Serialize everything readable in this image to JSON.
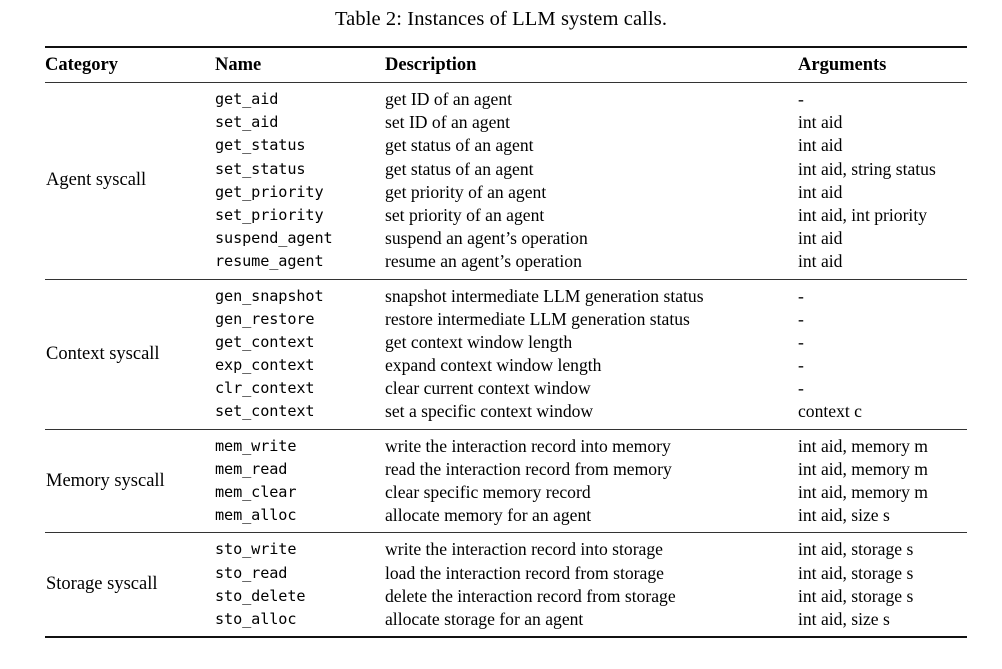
{
  "caption": "Table 2: Instances of LLM system calls.",
  "table": {
    "columns": {
      "category": "Category",
      "name": "Name",
      "description": "Description",
      "arguments": "Arguments"
    },
    "sections": [
      {
        "category": "Agent syscall",
        "rows": [
          {
            "name": "get_aid",
            "description": "get ID of an agent",
            "arguments": "-"
          },
          {
            "name": "set_aid",
            "description": "set ID of an agent",
            "arguments": "int aid"
          },
          {
            "name": "get_status",
            "description": "get status of an agent",
            "arguments": "int aid"
          },
          {
            "name": "set_status",
            "description": "get status of an agent",
            "arguments": "int aid, string status"
          },
          {
            "name": "get_priority",
            "description": "get priority of an agent",
            "arguments": "int aid"
          },
          {
            "name": "set_priority",
            "description": "set priority of an agent",
            "arguments": "int aid, int priority"
          },
          {
            "name": "suspend_agent",
            "description": "suspend an agent’s operation",
            "arguments": "int aid"
          },
          {
            "name": "resume_agent",
            "description": "resume an agent’s operation",
            "arguments": "int aid"
          }
        ]
      },
      {
        "category": "Context syscall",
        "rows": [
          {
            "name": "gen_snapshot",
            "description": "snapshot intermediate LLM generation status",
            "arguments": "-"
          },
          {
            "name": "gen_restore",
            "description": "restore intermediate LLM generation status",
            "arguments": "-"
          },
          {
            "name": "get_context",
            "description": "get context window length",
            "arguments": "-"
          },
          {
            "name": "exp_context",
            "description": "expand context window length",
            "arguments": "-"
          },
          {
            "name": "clr_context",
            "description": "clear current context window",
            "arguments": "-"
          },
          {
            "name": "set_context",
            "description": "set a specific context window",
            "arguments": "context c"
          }
        ]
      },
      {
        "category": "Memory syscall",
        "rows": [
          {
            "name": "mem_write",
            "description": "write the interaction record into memory",
            "arguments": "int aid, memory m"
          },
          {
            "name": "mem_read",
            "description": "read the interaction record from memory",
            "arguments": "int aid, memory m"
          },
          {
            "name": "mem_clear",
            "description": "clear specific memory record",
            "arguments": "int aid, memory m"
          },
          {
            "name": "mem_alloc",
            "description": "allocate memory for an agent",
            "arguments": "int aid, size s"
          }
        ]
      },
      {
        "category": "Storage syscall",
        "rows": [
          {
            "name": "sto_write",
            "description": "write the interaction record into storage",
            "arguments": "int aid, storage s"
          },
          {
            "name": "sto_read",
            "description": "load the interaction record from storage",
            "arguments": "int aid, storage s"
          },
          {
            "name": "sto_delete",
            "description": "delete the interaction record from storage",
            "arguments": "int aid, storage s"
          },
          {
            "name": "sto_alloc",
            "description": "allocate storage for an agent",
            "arguments": "int aid, size s"
          }
        ]
      }
    ]
  }
}
